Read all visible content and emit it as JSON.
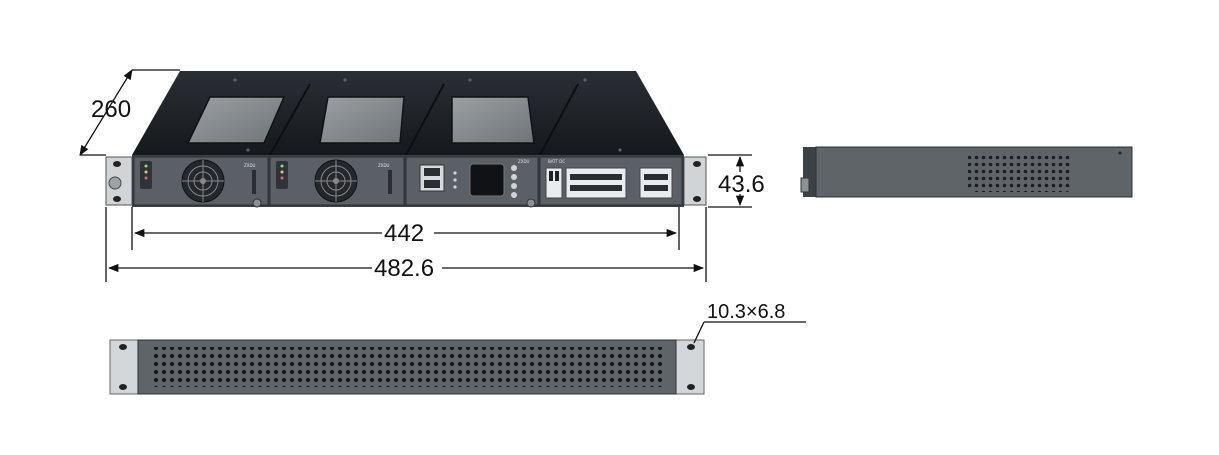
{
  "dimensions": {
    "depth": "260",
    "body_width": "442",
    "overall_width": "482.6",
    "height": "43.6",
    "mount_hole": "10.3×6.8"
  },
  "colors": {
    "chassis": "#1f2329",
    "panel": "#5b6066",
    "panel_dark": "#3b4046",
    "terminal": "#e9ecee",
    "dim_line": "#111111"
  },
  "front_view": {
    "rectifier_labels": [
      "ZXDU",
      "ZXDU"
    ],
    "monitor_label": "ZXDU",
    "distribution_label": "BATT DC"
  }
}
